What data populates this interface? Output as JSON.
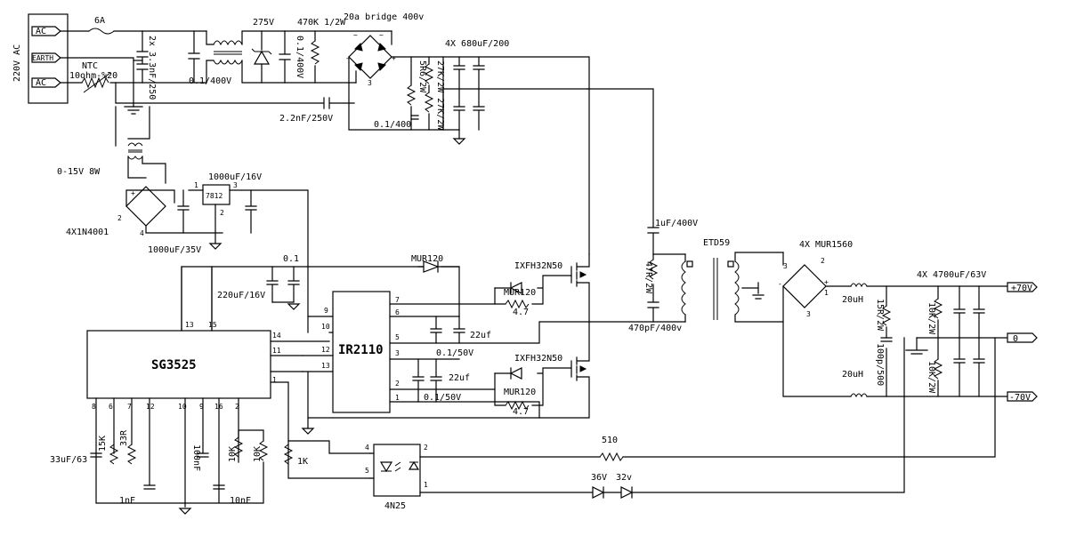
{
  "input": {
    "ac1": "AC",
    "earth": "EARTH",
    "ac2": "AC",
    "mains_label": "220V AC"
  },
  "parts": {
    "fuse": "6A",
    "ntc": "NTC",
    "ntc_value": "10ohm-%20",
    "ycap": "2x 3.3nF/250",
    "xcap": "0.1/400V",
    "varistor": "275V",
    "cap_01_400": "0.1/400V",
    "r470k": "470K 1/2W",
    "bridge": "20a bridge 400v",
    "r5r6": "5R6/2W",
    "r27k": "27K/2W 27K/2W",
    "bulk_caps": "4X 680uF/200",
    "cap_01_400_b": "0.1/400",
    "cap_2n2": "2.2nF/250V",
    "aux_xfmr": "0-15V 8W",
    "aux_bridge": "4X1N4001",
    "cap_1000_35": "1000uF/35V",
    "regulator": "7812",
    "cap_1000_16": "1000uF/16V",
    "cap_01": "0.1",
    "cap_220u": "220uF/16V",
    "sg3525": "SG3525",
    "ir2110": "IR2110",
    "mur120": "MUR120",
    "cap_22u": "22uf",
    "cap_01_50": "0.1/50V",
    "r47": "4.7",
    "mosfet": "IXFH32N50",
    "cap_1u": "1uF/400V",
    "r47r": "47R/2W",
    "cap_470p": "470pF/400v",
    "etd59": "ETD59",
    "out_bridge": "4X MUR1560",
    "inductor": "20uH",
    "r15r": "15R/2W",
    "cap_100p": "100p/500",
    "r10k2w": "10K/2W",
    "out_caps": "4X 4700uF/63V",
    "cap_33u": "33uF/63",
    "r15k": "15K",
    "r33r": "33R",
    "cap_1nf": "1nF",
    "cap_100nf": "100nF",
    "cap_10nf": "10nF",
    "r10k": "10K",
    "r1k": "1K",
    "opto": "4N25",
    "r510": "510",
    "zener36": "36V",
    "zener32": "32v"
  },
  "output": {
    "plus": "+70V",
    "zero": "0",
    "minus": "-70V"
  }
}
